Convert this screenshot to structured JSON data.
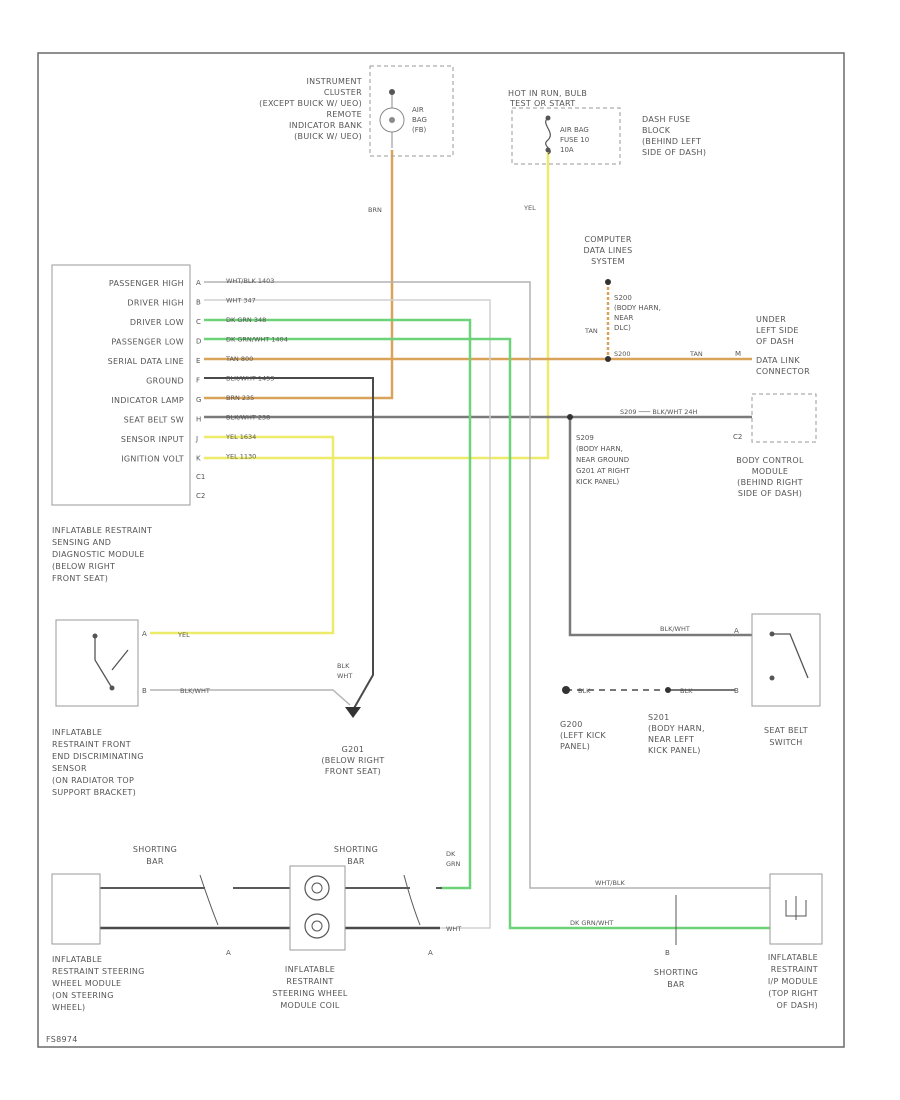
{
  "frame_code": "FS8974",
  "colors": {
    "brown": "#d9a45a",
    "green": "#6ed27a",
    "yellow": "#ecec6a",
    "gray": "#7a7a7a",
    "lightgray": "#b4b4b4",
    "darkgray": "#4a4a4a"
  },
  "instrument_cluster": {
    "lines": [
      "INSTRUMENT",
      "CLUSTER",
      "(EXCEPT BUICK W/ UEO)",
      "REMOTE",
      "INDICATOR BANK",
      "(BUICK W/ UEO)"
    ],
    "lamp_lines": [
      "AIR",
      "BAG",
      "(FB)"
    ]
  },
  "fuse_block": {
    "hot_lines": [
      "HOT IN RUN, BULB",
      "TEST OR START"
    ],
    "fuse_lines": [
      "AIR BAG",
      "FUSE 10",
      "10A"
    ],
    "desc_lines": [
      "DASH FUSE",
      "BLOCK",
      "(BEHIND LEFT",
      "SIDE OF DASH)"
    ]
  },
  "computer_data_lines": {
    "lines": [
      "COMPUTER",
      "DATA LINES",
      "SYSTEM"
    ]
  },
  "splice_s200": {
    "lines": [
      "S200",
      "(BODY HARN,",
      "NEAR",
      "DLC)"
    ]
  },
  "data_link": {
    "lines": [
      "UNDER",
      "LEFT SIDE",
      "OF DASH",
      "DATA LINK",
      "CONNECTOR"
    ],
    "pin": "M"
  },
  "wire_labels": {
    "brn": "BRN",
    "yel": "YEL",
    "tan": "TAN",
    "tan_800": "TAN  800",
    "s200_pin": "S200",
    "blkwht_s209": "S209 ─── BLK/WHT 24H",
    "seatbelt_circuit": "S209",
    "blkwht": "BLK/WHT",
    "blk": "BLK",
    "dkgrn": "DK GRN",
    "dkgrnwht": "DK GRN/WHT",
    "wht": "WHT",
    "whtblk": "WHT/BLK"
  },
  "module": {
    "rows": [
      {
        "label": "PASSENGER HIGH",
        "pin": "A",
        "wire": "WHT/BLK  1403"
      },
      {
        "label": "DRIVER HIGH",
        "pin": "B",
        "wire": "WHT  347"
      },
      {
        "label": "DRIVER LOW",
        "pin": "C",
        "wire": "DK GRN  348"
      },
      {
        "label": "PASSENGER LOW",
        "pin": "D",
        "wire": "DK GRN/WHT  1404"
      },
      {
        "label": "SERIAL DATA LINE",
        "pin": "E",
        "wire": "TAN  800"
      },
      {
        "label": "GROUND",
        "pin": "F",
        "wire": "BLK/WHT  1453"
      },
      {
        "label": "INDICATOR LAMP",
        "pin": "G",
        "wire": "BRN  235"
      },
      {
        "label": "SEAT BELT SW",
        "pin": "H",
        "wire": "BLK/WHT  238"
      },
      {
        "label": "SENSOR INPUT",
        "pin": "J",
        "wire": "YEL  1634"
      },
      {
        "label": "IGNITION VOLT",
        "pin": "K",
        "wire": "YEL  1130"
      }
    ],
    "extra_pins": [
      "C1",
      "C2"
    ],
    "desc_lines": [
      "INFLATABLE RESTRAINT",
      "SENSING AND",
      "DIAGNOSTIC MODULE",
      "(BELOW RIGHT",
      "FRONT SEAT)"
    ]
  },
  "bcm": {
    "pin": "C2",
    "lines": [
      "BODY CONTROL",
      "MODULE",
      "(BEHIND RIGHT",
      "SIDE OF DASH)"
    ]
  },
  "s209": {
    "lines": [
      "S209",
      "(BODY HARN,",
      "NEAR GROUND",
      "G201 AT RIGHT",
      "KICK PANEL)"
    ]
  },
  "front_sensor": {
    "pins": [
      "A",
      "B"
    ],
    "lines": [
      "INFLATABLE",
      "RESTRAINT FRONT",
      "END DISCRIMINATING",
      "SENSOR",
      "(ON RADIATOR TOP",
      "SUPPORT BRACKET)"
    ]
  },
  "ground_g201": {
    "wire_lines": [
      "BLK",
      "WHT"
    ],
    "lines": [
      "G201",
      "(BELOW RIGHT",
      "FRONT SEAT)"
    ]
  },
  "g200": {
    "lines": [
      "G200",
      "(LEFT KICK",
      "PANEL)"
    ]
  },
  "s201": {
    "lines": [
      "S201",
      "(BODY HARN,",
      "NEAR LEFT",
      "KICK PANEL)"
    ]
  },
  "seat_belt_switch": {
    "pins": [
      "A",
      "B"
    ],
    "lines": [
      "SEAT BELT",
      "SWITCH"
    ]
  },
  "steering": {
    "shorting_bar_lines": [
      "SHORTING",
      "BAR"
    ],
    "shorting_bar2_lines": [
      "SHORTING",
      "BAR"
    ],
    "dkgrn_lines": [
      "DK",
      "GRN"
    ],
    "connector_a": "A",
    "connector_b": "A",
    "module_lines": [
      "INFLATABLE",
      "RESTRAINT STEERING",
      "WHEEL MODULE",
      "(ON STEERING",
      "WHEEL)"
    ],
    "coil_lines": [
      "INFLATABLE",
      "RESTRAINT",
      "STEERING WHEEL",
      "MODULE COIL"
    ]
  },
  "ip_module": {
    "connector": "B",
    "shorting_bar_lines": [
      "SHORTING",
      "BAR"
    ],
    "lines": [
      "INFLATABLE",
      "RESTRAINT",
      "I/P MODULE",
      "(TOP RIGHT",
      "OF DASH)"
    ]
  }
}
